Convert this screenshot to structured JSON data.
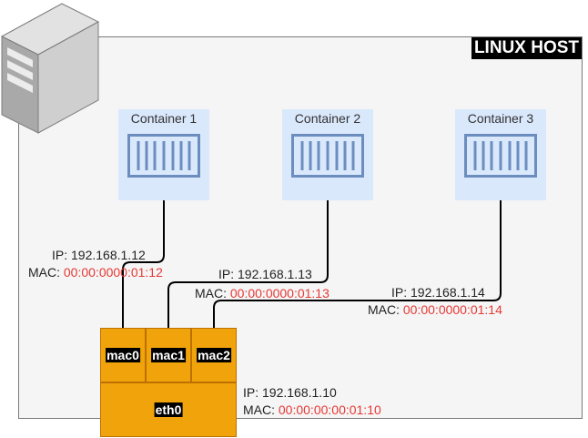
{
  "host": {
    "label": "LINUX HOST"
  },
  "containers": [
    {
      "label": "Container 1"
    },
    {
      "label": "Container 2"
    },
    {
      "label": "Container 3"
    }
  ],
  "interfaces": [
    {
      "port": "mac0",
      "ip_prefix": "IP: ",
      "ip": "192.168.1.12",
      "mac_prefix": "MAC: ",
      "mac": "00:00:0000:01:12"
    },
    {
      "port": "mac1",
      "ip_prefix": "IP: ",
      "ip": "192.168.1.13",
      "mac_prefix": "MAC: ",
      "mac": "00:00:0000:01:13"
    },
    {
      "port": "mac2",
      "ip_prefix": "IP: ",
      "ip": "192.168.1.14",
      "mac_prefix": "MAC: ",
      "mac": "00:00:0000:01:14"
    }
  ],
  "eth": {
    "port": "eth0",
    "ip_prefix": "IP: ",
    "ip": "192.168.1.10",
    "mac_prefix": "MAC: ",
    "mac": "00:00:00:00:01:10"
  },
  "colors": {
    "host_bg": "#f5f5f5",
    "container_bg": "#dae8fc",
    "container_icon": "#6c8ebf",
    "port_fill": "#f0a30a",
    "mac_text": "#e53935",
    "label_bg": "#000000"
  },
  "icons": {
    "server": "server-tower-icon",
    "container": "container-icon"
  }
}
